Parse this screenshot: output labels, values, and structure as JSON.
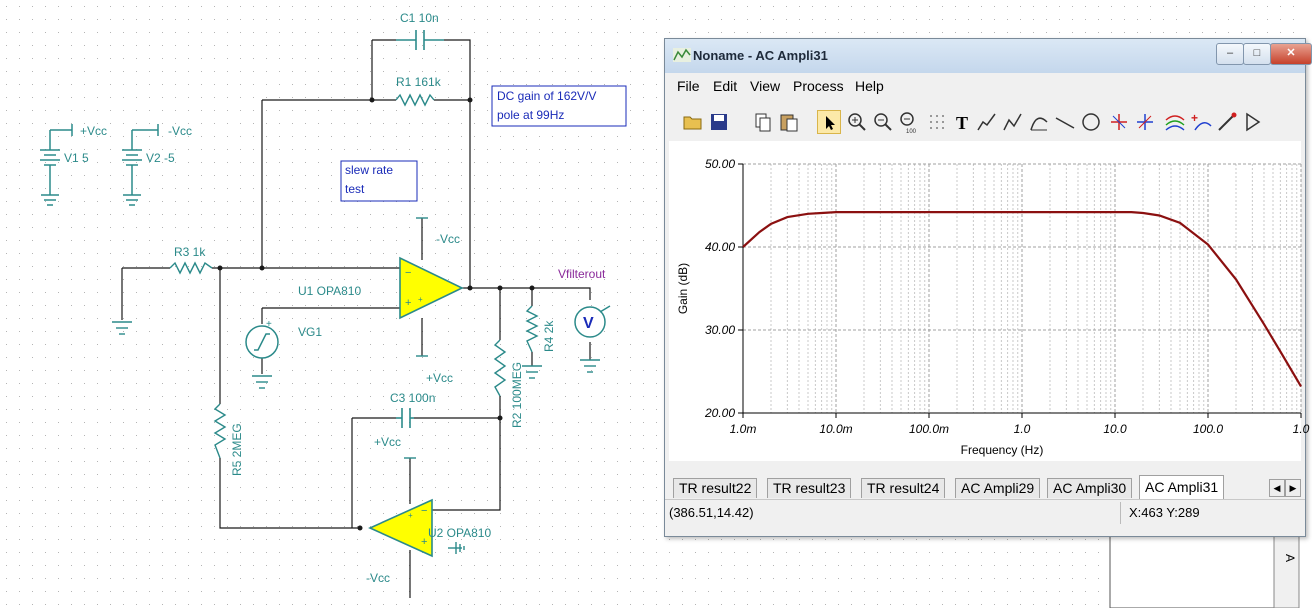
{
  "schematic": {
    "labels": {
      "c1": "C1 10n",
      "r1": "R1 161k",
      "r3": "R3 1k",
      "r2": "R2 100MEG",
      "r4": "R4 2k",
      "r5": "R5 2MEG",
      "c3": "C3 100n",
      "u1": "U1 OPA810",
      "u2": "U2 OPA810",
      "vg1": "VG1",
      "v1": "V1 5",
      "v2": "V2 -5",
      "vcc_pos_src": "+Vcc",
      "vcc_neg_src": "-Vcc",
      "u1_neg": "-Vcc",
      "u1_pos": "+Vcc",
      "u2_pos": "+Vcc",
      "u2_neg": "-Vcc",
      "vfilterout": "Vfilterout",
      "meter": "V"
    },
    "notes": {
      "dc_gain_line1": "DC gain of 162V/V",
      "dc_gain_line2": "pole at 99Hz",
      "slew_line1": "slew rate",
      "slew_line2": "test"
    },
    "colors": {
      "component": "#2b8a8a",
      "wire": "#1a1a1a",
      "opamp_fill": "#ffff00",
      "note": "#1a2bb8",
      "probe": "#8a2a9a"
    }
  },
  "window": {
    "title": "Noname - AC Ampli31",
    "minimize": "–",
    "maximize": "□",
    "close": "✕",
    "menu": [
      "File",
      "Edit",
      "View",
      "Process",
      "Help"
    ],
    "toolbar_icons": [
      "open-icon",
      "save-icon",
      "copy-icon",
      "paste-icon",
      "pointer-icon",
      "zoom-in-icon",
      "zoom-out-icon",
      "zoom-100-icon",
      "grid-icon",
      "text-icon",
      "cursor-a-icon",
      "cursor-b-icon",
      "axis-icon",
      "line-icon",
      "circle-icon",
      "marker-a-icon",
      "marker-b-icon",
      "curves-icon",
      "add-marker-icon",
      "probe-icon",
      "arrow-icon"
    ],
    "tabs": [
      {
        "label": "TR result22",
        "active": false
      },
      {
        "label": "TR result23",
        "active": false
      },
      {
        "label": "TR result24",
        "active": false
      },
      {
        "label": "AC Ampli29",
        "active": false
      },
      {
        "label": "AC Ampli30",
        "active": false
      },
      {
        "label": "AC Ampli31",
        "active": true
      }
    ],
    "status_coords": "(386.51,14.42)",
    "status_cursor": "X:463  Y:289"
  },
  "chart_data": {
    "type": "line",
    "xlabel": "Frequency (Hz)",
    "ylabel": "Gain (dB)",
    "xscale": "log",
    "xlim": [
      0.001,
      1000
    ],
    "ylim": [
      20,
      50
    ],
    "xticks": [
      0.001,
      0.01,
      0.1,
      1,
      10,
      100,
      1000
    ],
    "xtick_labels": [
      "1.0m",
      "10.0m",
      "100.0m",
      "1.0",
      "10.0",
      "100.0",
      "1.0"
    ],
    "yticks": [
      20,
      30,
      40,
      50
    ],
    "ytick_labels": [
      "20.00",
      "30.00",
      "40.00",
      "50.00"
    ],
    "grid": true,
    "line_color": "#8b1010",
    "series": [
      {
        "x": [
          0.001,
          0.0015,
          0.002,
          0.003,
          0.005,
          0.007,
          0.01,
          0.1,
          1,
          10,
          15,
          20,
          30,
          50,
          100,
          200,
          400,
          600,
          1000
        ],
        "y": [
          40.0,
          41.8,
          42.8,
          43.6,
          44.0,
          44.1,
          44.2,
          44.2,
          44.2,
          44.2,
          44.2,
          44.1,
          43.8,
          42.9,
          40.3,
          36.1,
          30.7,
          27.4,
          23.2
        ]
      }
    ]
  }
}
